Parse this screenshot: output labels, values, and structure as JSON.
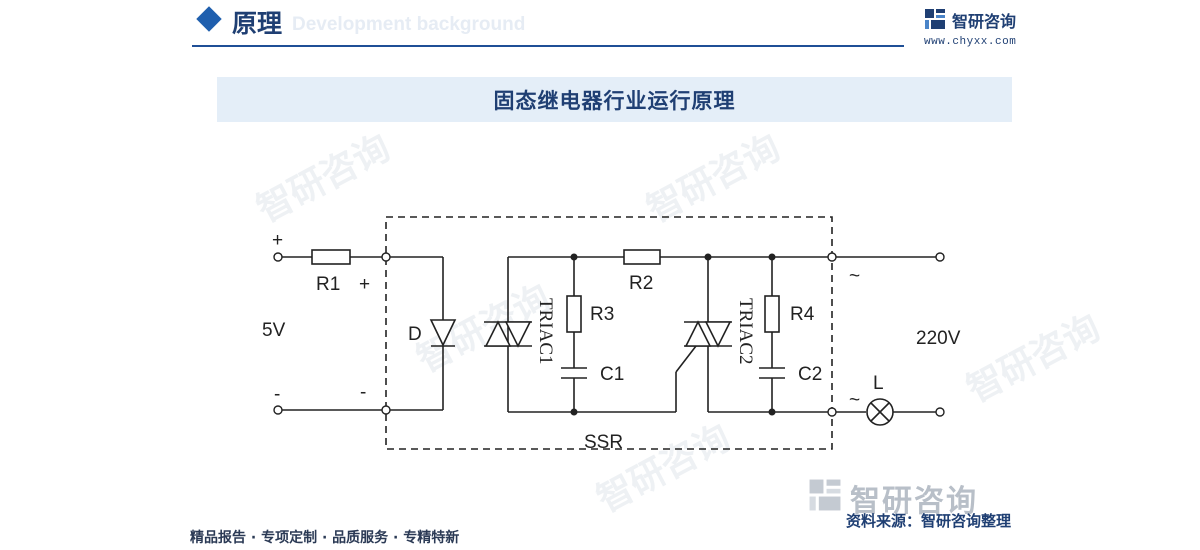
{
  "header": {
    "title": "原理",
    "subtitle": "Development background"
  },
  "brand": {
    "name": "智研咨询",
    "url": "www.chyxx.com"
  },
  "banner": {
    "title": "固态继电器行业运行原理"
  },
  "watermark": {
    "text": "智研咨询"
  },
  "diagram": {
    "labels": {
      "plus_in": "+",
      "minus_in": "-",
      "r1": "R1",
      "plus_inner": "+",
      "minus_inner": "-",
      "voltage_in": "5V",
      "d": "D",
      "triac1": "TRIAC1",
      "r3": "R3",
      "c1": "C1",
      "r2": "R2",
      "triac2": "TRIAC2",
      "r4": "R4",
      "c2": "C2",
      "tilde_top": "~",
      "tilde_bottom": "~",
      "lamp": "L",
      "voltage_out": "220V",
      "ssr": "SSR"
    }
  },
  "footer": {
    "left": "精品报告 · 专项定制 · 品质服务 · 专精特新",
    "brand_name": "智研咨询",
    "source": "资料来源：智研咨询整理"
  }
}
